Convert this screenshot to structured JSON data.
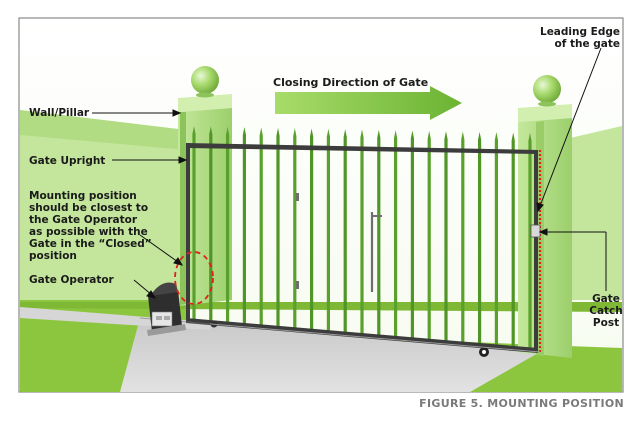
{
  "labels": {
    "closing_direction": "Closing Direction of Gate",
    "leading_edge_line1": "Leading Edge",
    "leading_edge_line2": "of the gate",
    "wall_pillar": "Wall/Pillar",
    "gate_upright": "Gate Upright",
    "mounting_line1": "Mounting position",
    "mounting_line2": "should be closest to",
    "mounting_line3": "the Gate Operator",
    "mounting_line4": "as possible with the",
    "mounting_line5": "Gate in the “Closed”",
    "mounting_line6": "position",
    "gate_operator": "Gate Operator",
    "catch_line1": "Gate",
    "catch_line2": "Catch",
    "catch_line3": "Post"
  },
  "caption": "FIGURE 5. MOUNTING POSITION",
  "colors": {
    "background": "#ffffff",
    "lawn": "#8cc63f",
    "wall": "#b5e08a",
    "pillar": "#a8d878",
    "pillar_cap": "#c6ea9e",
    "ball": "#a6d86a",
    "driveway": "#d4d4d4",
    "gate_frame": "#3c3c3c",
    "picket": "#5aa02c",
    "arrow": "#7dc142",
    "marker_red": "#e02020",
    "frame_border": "#808080"
  }
}
